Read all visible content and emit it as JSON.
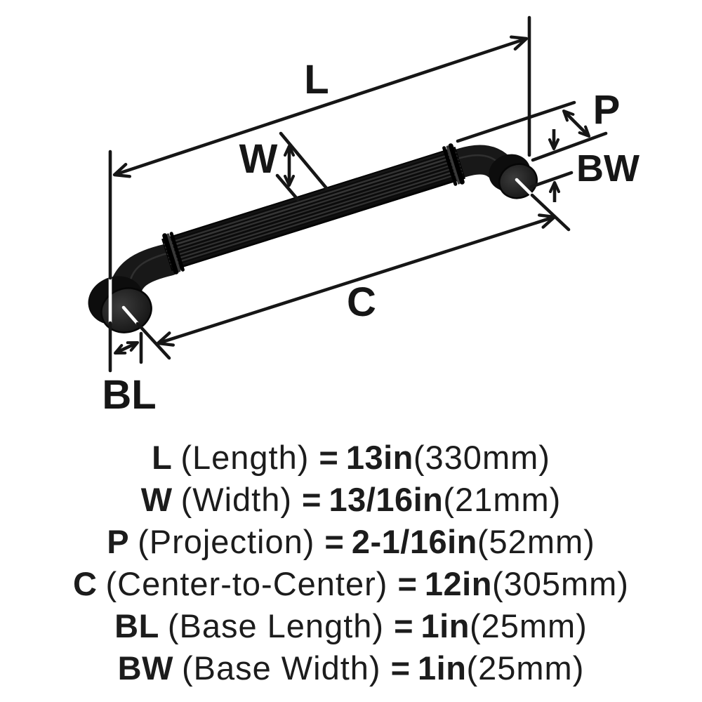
{
  "figure": {
    "labels": {
      "l": "L",
      "w": "W",
      "p": "P",
      "bw": "BW",
      "c": "C",
      "bl": "BL"
    }
  },
  "specs": [
    {
      "symbol": "L",
      "name": "(Length)",
      "equals": "=",
      "value": "13in",
      "metric": "(330mm)"
    },
    {
      "symbol": "W",
      "name": "(Width)",
      "equals": "=",
      "value": "13/16in",
      "metric": "(21mm)"
    },
    {
      "symbol": "P",
      "name": "(Projection)",
      "equals": "=",
      "value": "2-1/16in",
      "metric": "(52mm)"
    },
    {
      "symbol": "C",
      "name": "(Center-to-Center)",
      "equals": "=",
      "value": "12in",
      "metric": "(305mm)"
    },
    {
      "symbol": "BL",
      "name": "(Base Length)",
      "equals": "=",
      "value": "1in",
      "metric": "(25mm)"
    },
    {
      "symbol": "BW",
      "name": "(Base Width)",
      "equals": "=",
      "value": "1in",
      "metric": "(25mm)"
    }
  ],
  "colors": {
    "ink": "#161616",
    "handle": "#141414",
    "background": "#ffffff"
  }
}
